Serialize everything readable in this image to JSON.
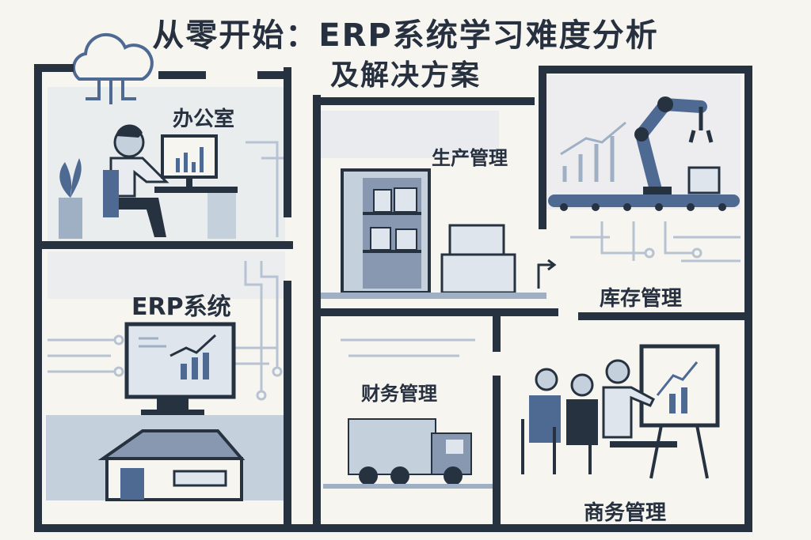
{
  "title": {
    "line1": "从零开始：ERP系统学习难度分析",
    "line2": "及解决方案"
  },
  "labels": {
    "office": "办公室",
    "production": "生产管理",
    "inventory": "库存管理",
    "erp": "ERP系统",
    "finance": "财务管理",
    "business": "商务管理"
  },
  "colors": {
    "wall": "#273241",
    "accent": "#4e6a93",
    "light": "#c5d0dd",
    "pale": "#dfe5ed",
    "background": "#f7f5f0"
  }
}
